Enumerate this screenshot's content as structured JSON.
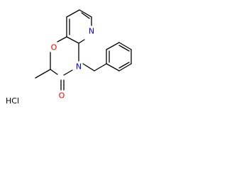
{
  "molecule": {
    "atoms": {
      "ring_oxygen": "O",
      "pyridine_nitrogen": "N",
      "amide_nitrogen": "N",
      "carbonyl_oxygen": "O"
    },
    "salt": "HCl"
  },
  "colors": {
    "oxygen": "#ff0000",
    "nitrogen": "#0000ff",
    "bond": "#000000"
  }
}
